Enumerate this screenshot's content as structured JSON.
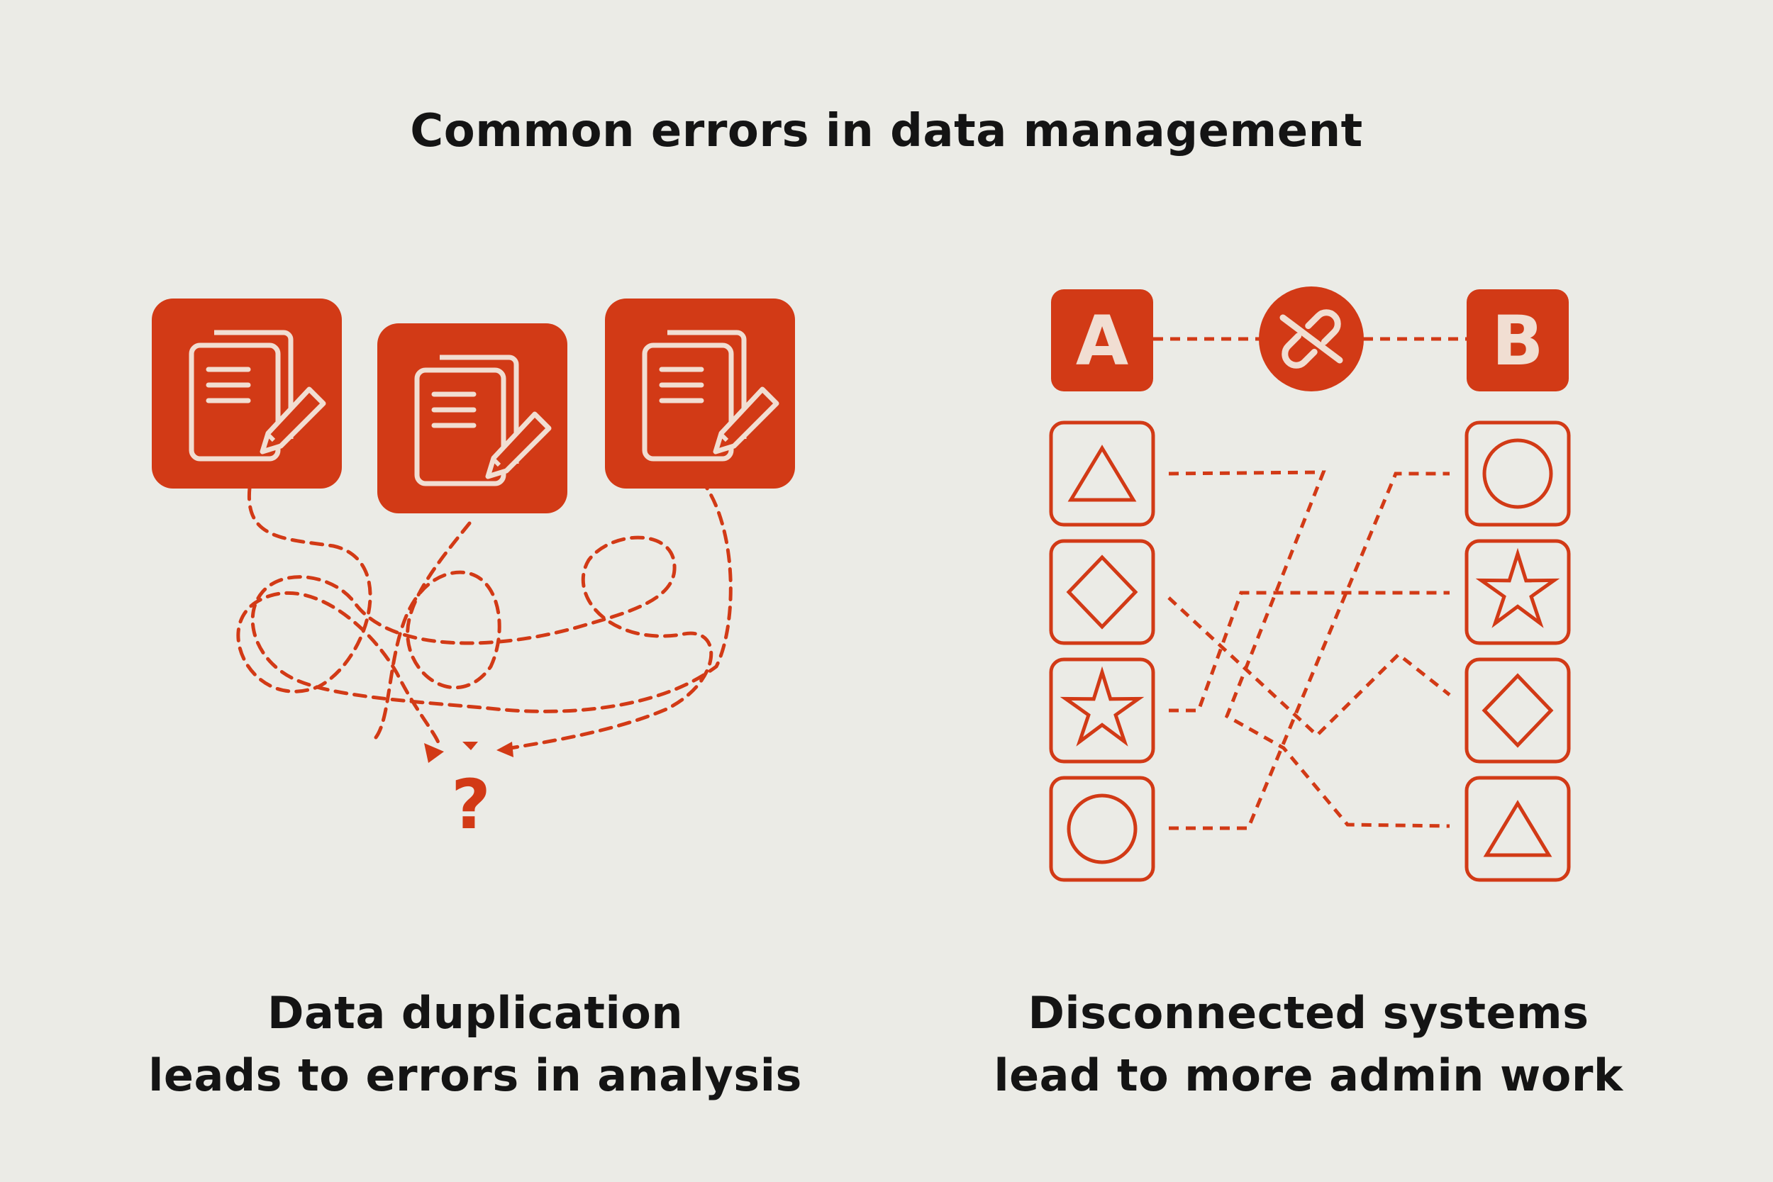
{
  "title": "Common errors in data management",
  "colors": {
    "background": "#ebebe6",
    "accent": "#d23a16",
    "icon_line": "#f1ded2",
    "text": "#141414"
  },
  "left_panel": {
    "icons": [
      "document-edit-icon",
      "document-edit-icon",
      "document-edit-icon"
    ],
    "result_symbol": "?",
    "caption_line1": "Data duplication",
    "caption_line2": "leads to errors in analysis"
  },
  "right_panel": {
    "system_a_label": "A",
    "system_b_label": "B",
    "link_icon": "broken-link-icon",
    "system_a_items": [
      "triangle-icon",
      "diamond-icon",
      "star-icon",
      "circle-icon"
    ],
    "system_b_items": [
      "circle-icon",
      "star-icon",
      "diamond-icon",
      "triangle-icon"
    ],
    "caption_line1": "Disconnected systems",
    "caption_line2": "lead to more admin work"
  }
}
